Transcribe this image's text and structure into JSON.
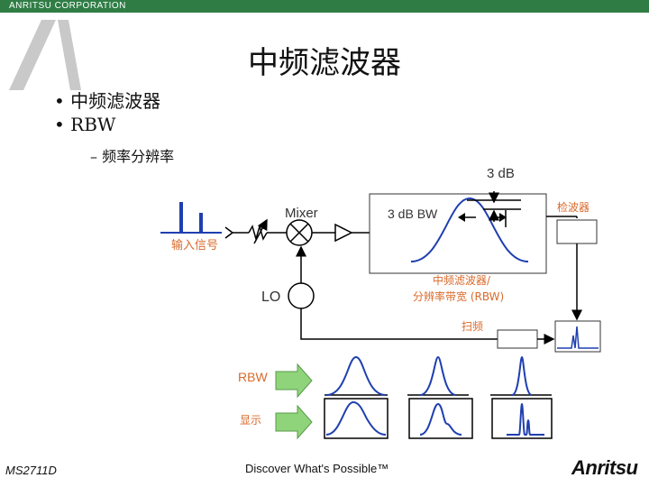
{
  "header": {
    "company": "ANRITSU CORPORATION"
  },
  "slide": {
    "title": "中频滤波器",
    "bullets": [
      "中频滤波器",
      "RBW"
    ],
    "sub_bullet": "频率分辨率"
  },
  "diagram": {
    "label_3db": "3 dB",
    "label_3db_bw": "3 dB BW",
    "label_mixer": "Mixer",
    "label_detector": "检波器",
    "label_input": "输入信号",
    "label_lo": "LO",
    "label_if_filter_line1": "中频滤波器/",
    "label_if_filter_line2": "分辨率带宽 (RBW)",
    "label_sweep": "扫频",
    "label_rbw": "RBW",
    "label_display": "显示"
  },
  "footer": {
    "model": "MS2711D",
    "slogan": "Discover What's Possible™",
    "brand": "Anritsu"
  },
  "colors": {
    "header_green": "#2f7d45",
    "curve_blue": "#1f3fb0",
    "arrow_green": "#8fd47a",
    "label_orange": "#d96a2b"
  }
}
